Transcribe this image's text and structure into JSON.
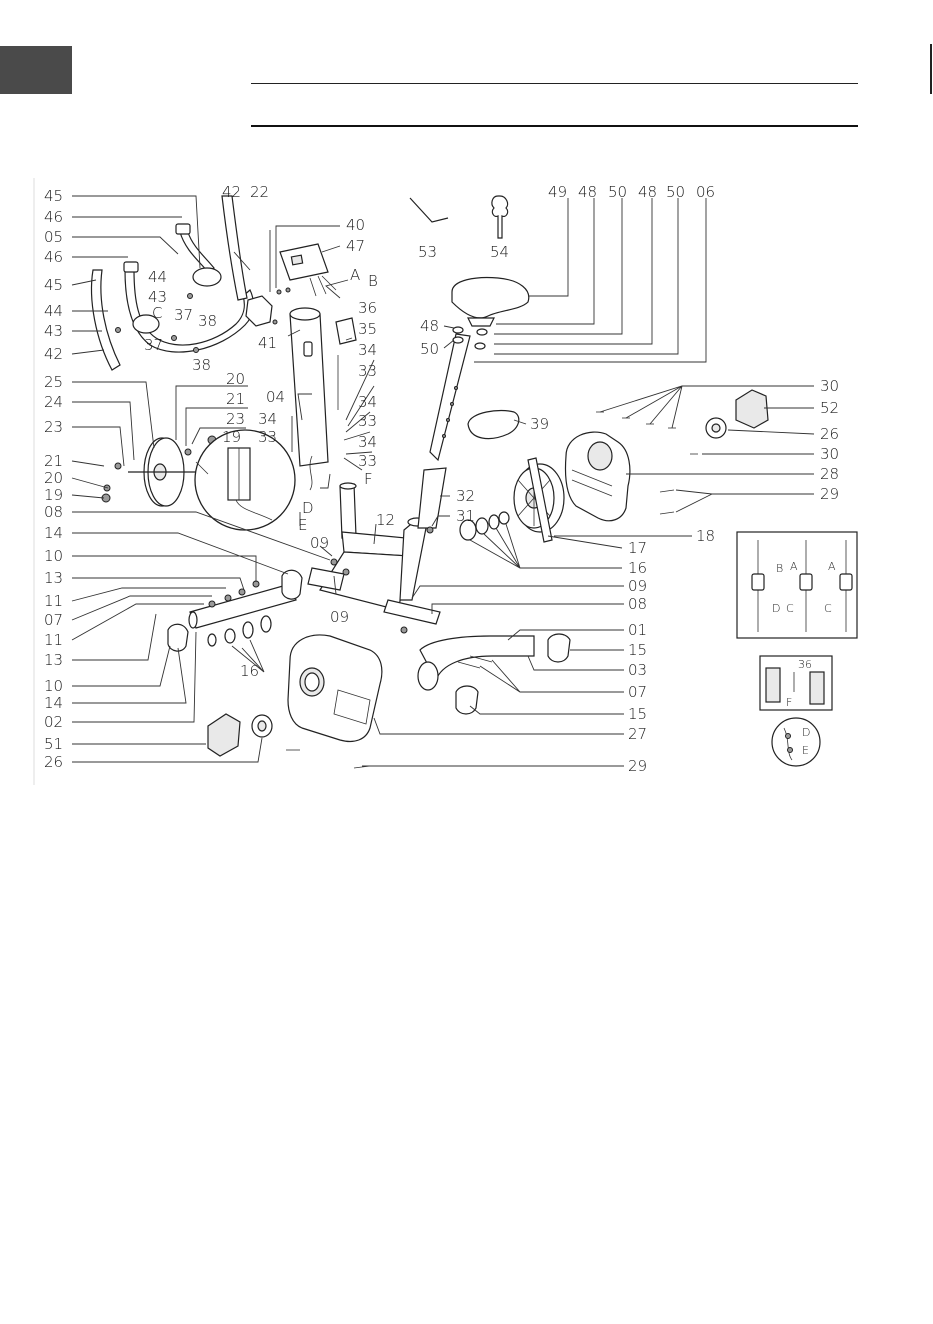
{
  "section_tab_color": "#4a4a4a",
  "callouts": {
    "l45a": "45",
    "l46a": "46",
    "l05": "05",
    "l46b": "46",
    "l45b": "45",
    "l44a": "44",
    "l43a": "43",
    "l42a": "42",
    "l25": "25",
    "l24": "24",
    "l23a": "23",
    "l21a": "21",
    "l20a": "20",
    "l19a": "19",
    "l08a": "08",
    "l14a": "14",
    "l10a": "10",
    "l13a": "13",
    "l11a": "11",
    "l07a": "07",
    "l11b": "11",
    "l13b": "13",
    "l10b": "10",
    "l14b": "14",
    "l02": "02",
    "l51": "51",
    "l26a": "26",
    "t42": "42",
    "t22": "22",
    "t44": "44",
    "t43": "43",
    "t37a": "37",
    "t38a": "38",
    "tC": "C",
    "t37b": "37",
    "t38b": "38",
    "t41": "41",
    "t40": "40",
    "t47": "47",
    "tA": "A",
    "tB": "B",
    "t36": "36",
    "t35": "35",
    "t34a": "34",
    "t33a": "33",
    "t34b": "34",
    "t33b": "33",
    "t34c": "34",
    "t33c": "33",
    "t04": "04",
    "t20": "20",
    "t21": "21",
    "t23": "23",
    "t19": "19",
    "t34d": "34",
    "t33d": "33",
    "tF": "F",
    "tD": "D",
    "tE": "E",
    "t12": "12",
    "t09a": "09",
    "t09b": "09",
    "t16a": "16",
    "t53": "53",
    "t54": "54",
    "r49": "49",
    "r48a": "48",
    "r50a": "50",
    "r48b": "48",
    "r50b": "50",
    "r06": "06",
    "r48c": "48",
    "r50c": "50",
    "r39": "39",
    "r30a": "30",
    "r52": "52",
    "r26": "26",
    "r30b": "30",
    "r28": "28",
    "r29a": "29",
    "r32": "32",
    "r31": "31",
    "r18": "18",
    "r17": "17",
    "r16": "16",
    "r09": "09",
    "r08": "08",
    "r01": "01",
    "r15a": "15",
    "r03": "03",
    "r07": "07",
    "r15b": "15",
    "r27": "27",
    "r29b": "29"
  },
  "insets": {
    "connector": {
      "b": "B",
      "a1": "A",
      "a2": "A",
      "d": "D",
      "c1": "C",
      "c2": "C"
    },
    "sensor": {
      "n36": "36",
      "f": "F"
    },
    "plug": {
      "d": "D",
      "e": "E"
    }
  }
}
